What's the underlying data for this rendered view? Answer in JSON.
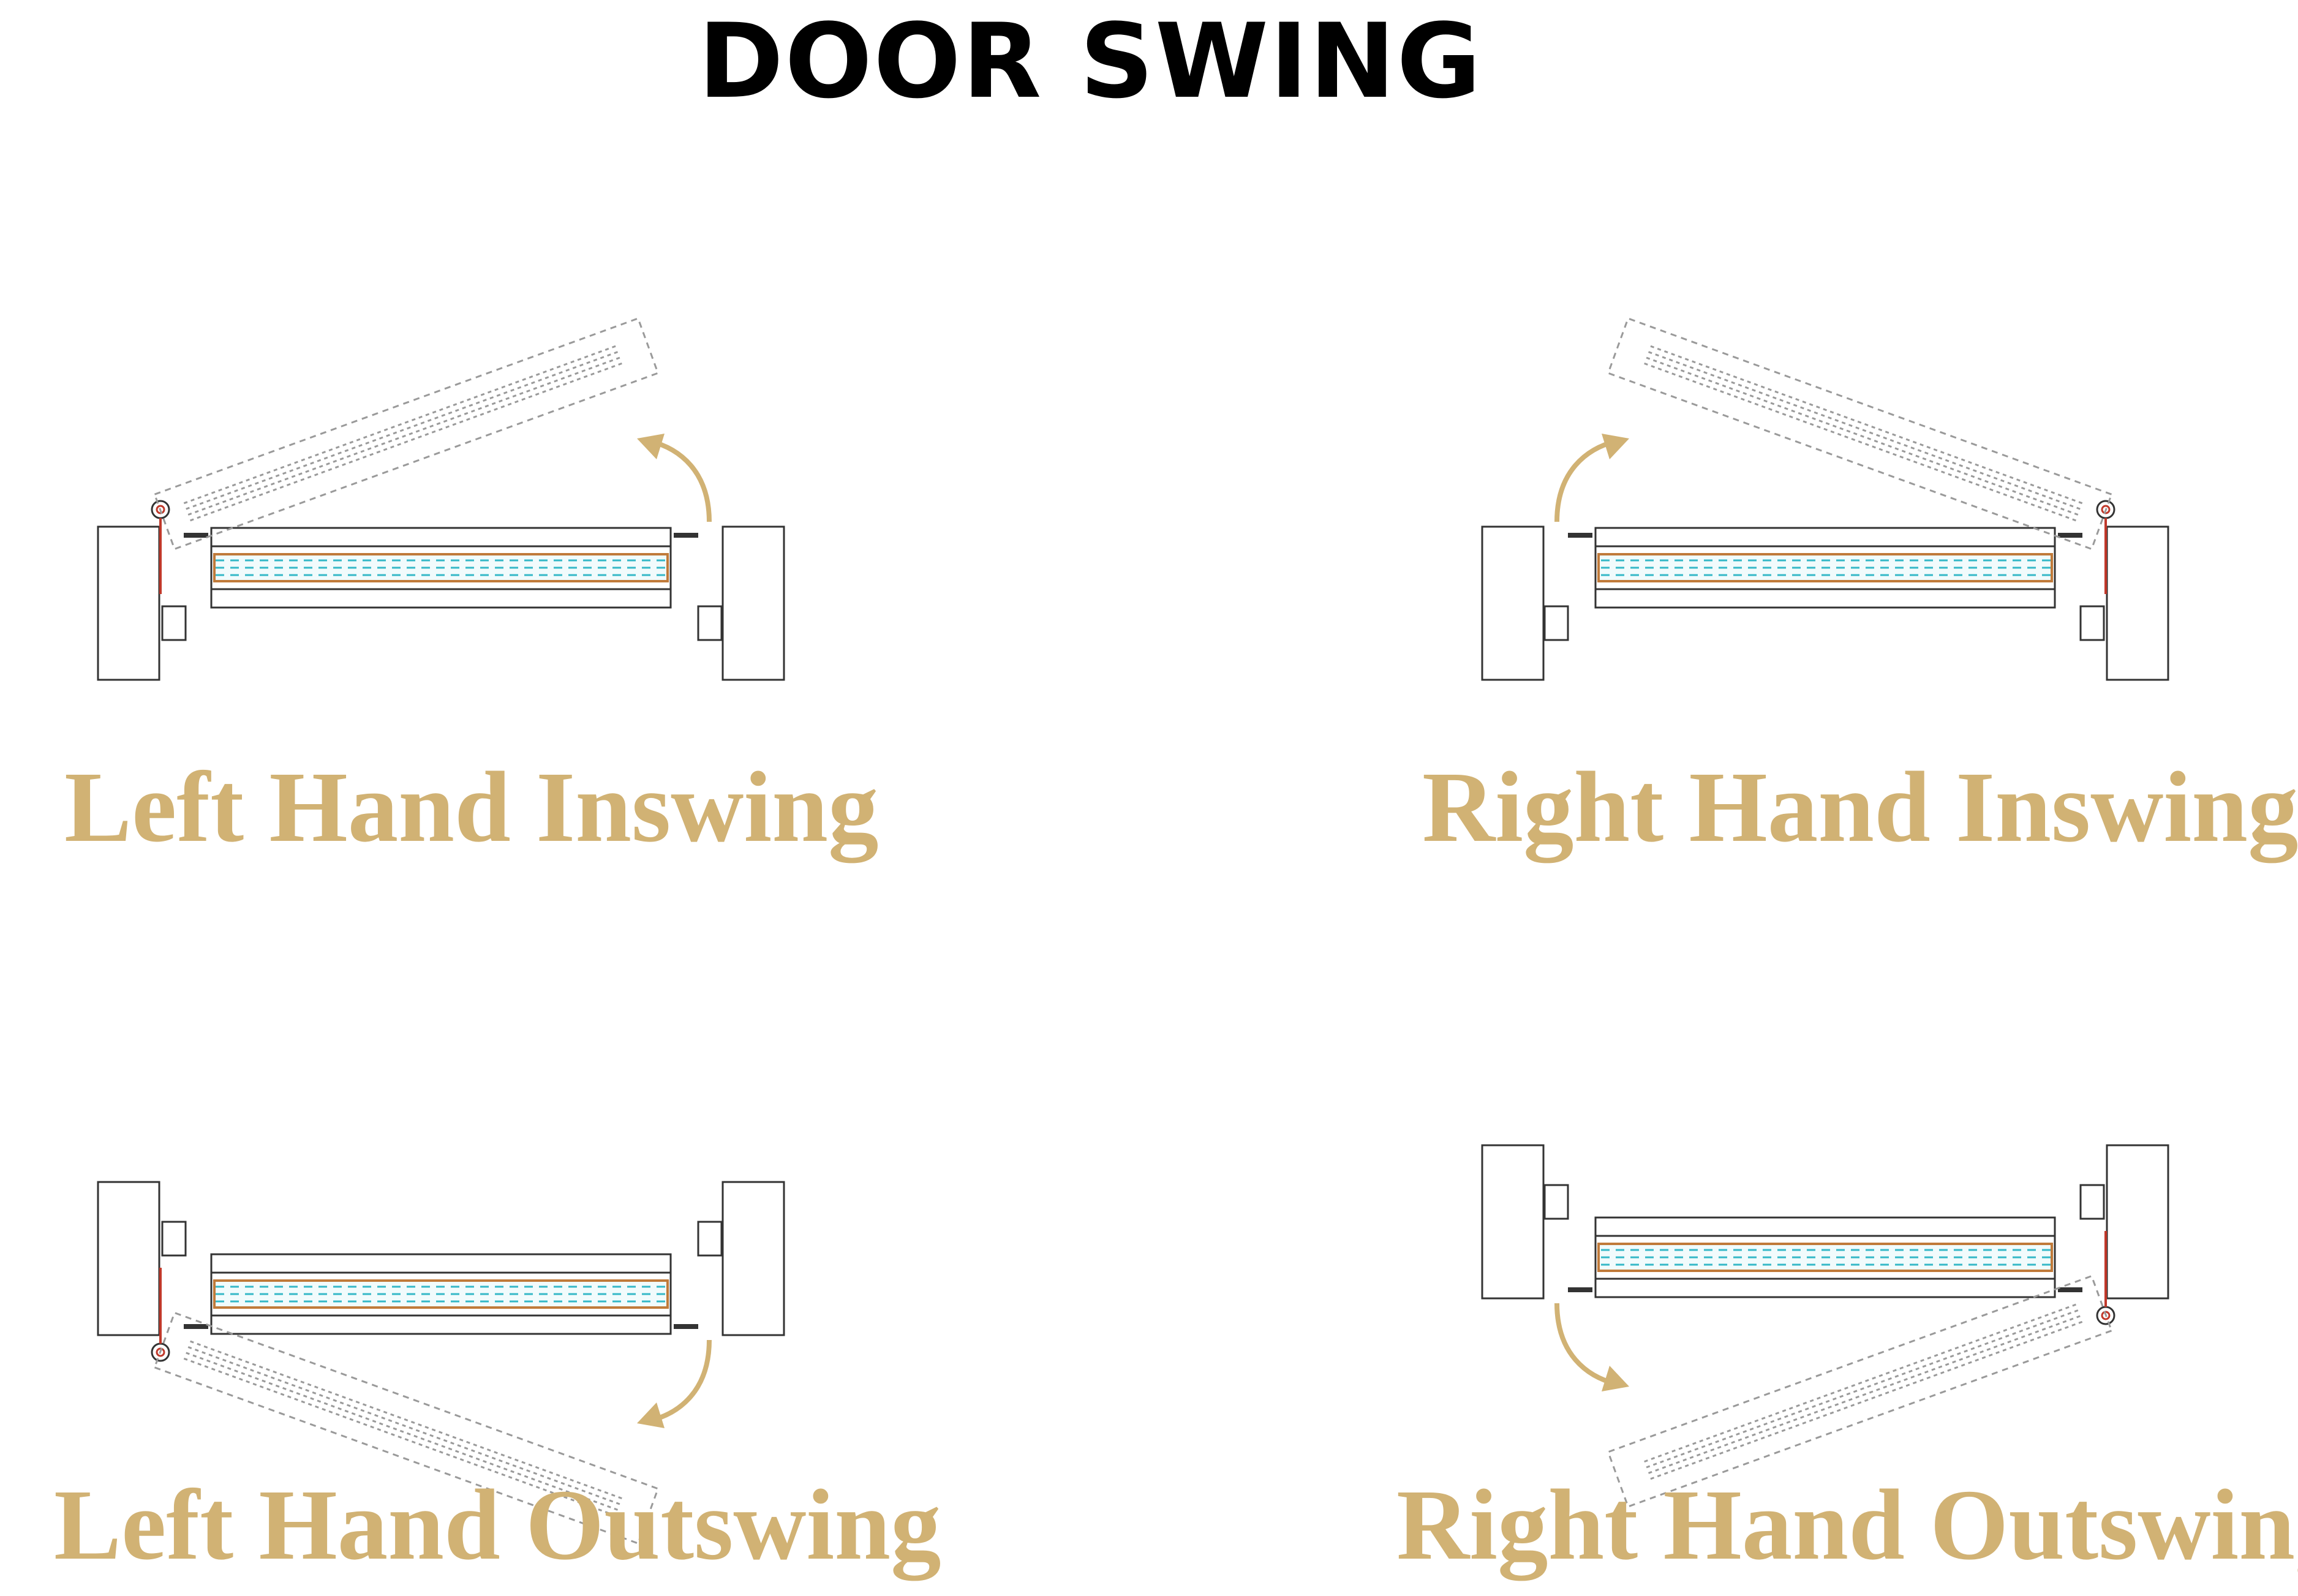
{
  "title": "DOOR SWING",
  "colors": {
    "label": "#d1b274",
    "arrow": "#d1b274",
    "line": "#333333",
    "hidden": "#9a9a9a",
    "glass": "#35b8c7",
    "wood": "#c07a3a",
    "hinge": "#c0392b"
  },
  "diagrams": [
    {
      "key": "lhi",
      "label": "Left Hand Inswing"
    },
    {
      "key": "rhi",
      "label": "Right Hand Inswing"
    },
    {
      "key": "lho",
      "label": "Left Hand Outswing"
    },
    {
      "key": "rho",
      "label": "Right Hand Outswing"
    }
  ]
}
